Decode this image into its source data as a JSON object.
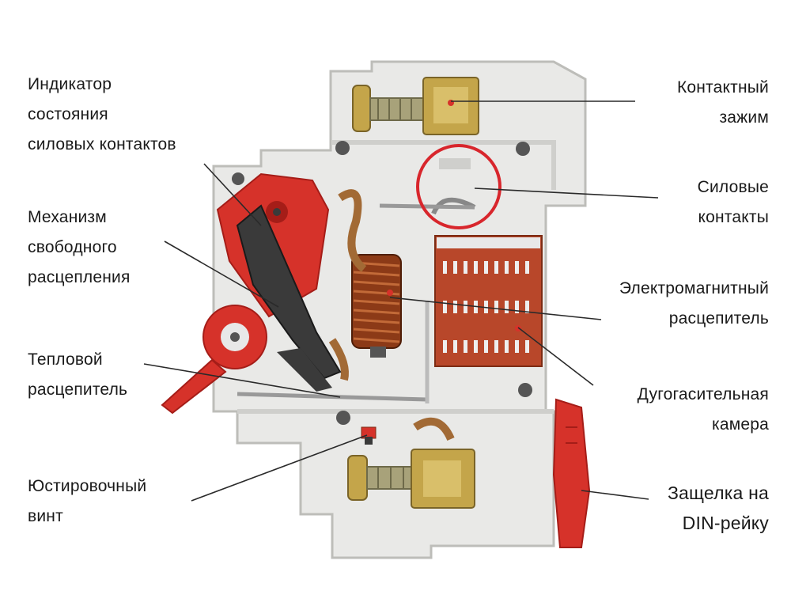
{
  "labels": {
    "status_indicator": [
      "Индикатор",
      "состояния",
      "силовых контактов"
    ],
    "free_release": [
      "Механизм",
      "свободного",
      "расцепления"
    ],
    "thermal_release": [
      "Тепловой",
      "расцепитель"
    ],
    "adjust_screw": [
      "Юстировочный",
      "винт"
    ],
    "contact_clamp": [
      "Контактный",
      "зажим"
    ],
    "power_contacts": [
      "Силовые",
      "контакты"
    ],
    "em_release": [
      "Электромагнитный",
      "расцепитель"
    ],
    "arc_chamber": [
      "Дугогасительная",
      "камера"
    ],
    "din_latch": [
      "Защелка на",
      "DIN-рейку"
    ]
  },
  "colors": {
    "housing": "#e9e9e7",
    "housing_shadow": "#bdbdb9",
    "red_parts": "#d6322a",
    "dark_red": "#a51d18",
    "arc_chamber": "#b8472a",
    "coil": "#8c3a17",
    "brass": "#c4a54a",
    "lever_dark": "#3a3a3a",
    "highlight_circle": "#d8262c",
    "leader_line": "#2a2a2a"
  }
}
